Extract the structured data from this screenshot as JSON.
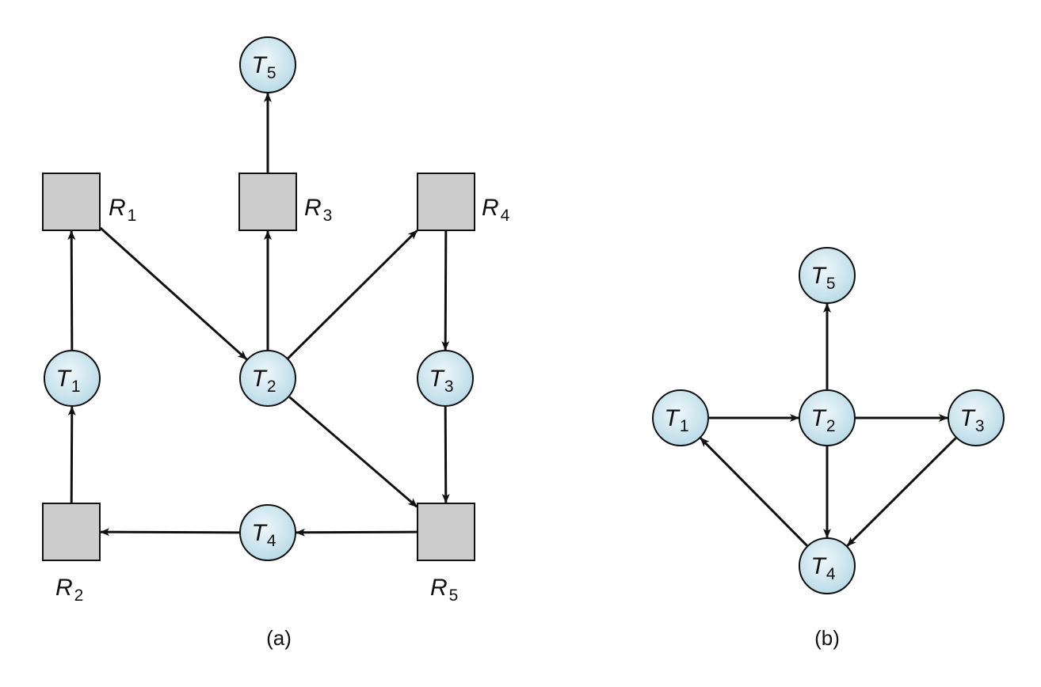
{
  "diagrams": [
    {
      "caption": "(a)",
      "nodes": [
        {
          "id": "T1",
          "kind": "process",
          "main": "T",
          "sub": "1"
        },
        {
          "id": "T2",
          "kind": "process",
          "main": "T",
          "sub": "2"
        },
        {
          "id": "T3",
          "kind": "process",
          "main": "T",
          "sub": "3"
        },
        {
          "id": "T4",
          "kind": "process",
          "main": "T",
          "sub": "4"
        },
        {
          "id": "T5",
          "kind": "process",
          "main": "T",
          "sub": "5"
        },
        {
          "id": "R1",
          "kind": "resource",
          "main": "R",
          "sub": "1"
        },
        {
          "id": "R2",
          "kind": "resource",
          "main": "R",
          "sub": "2"
        },
        {
          "id": "R3",
          "kind": "resource",
          "main": "R",
          "sub": "3"
        },
        {
          "id": "R4",
          "kind": "resource",
          "main": "R",
          "sub": "4"
        },
        {
          "id": "R5",
          "kind": "resource",
          "main": "R",
          "sub": "5"
        }
      ],
      "edges": [
        [
          "R1",
          "T2"
        ],
        [
          "T2",
          "R3"
        ],
        [
          "R3",
          "T5"
        ],
        [
          "T2",
          "R4"
        ],
        [
          "R4",
          "T3"
        ],
        [
          "T3",
          "R5"
        ],
        [
          "T2",
          "R5"
        ],
        [
          "R5",
          "T4"
        ],
        [
          "T4",
          "R2"
        ],
        [
          "R2",
          "T1"
        ],
        [
          "T1",
          "R1"
        ]
      ]
    },
    {
      "caption": "(b)",
      "nodes": [
        {
          "id": "T1",
          "kind": "process",
          "main": "T",
          "sub": "1"
        },
        {
          "id": "T2",
          "kind": "process",
          "main": "T",
          "sub": "2"
        },
        {
          "id": "T3",
          "kind": "process",
          "main": "T",
          "sub": "3"
        },
        {
          "id": "T4",
          "kind": "process",
          "main": "T",
          "sub": "4"
        },
        {
          "id": "T5",
          "kind": "process",
          "main": "T",
          "sub": "5"
        }
      ],
      "edges": [
        [
          "T1",
          "T2"
        ],
        [
          "T2",
          "T5"
        ],
        [
          "T2",
          "T3"
        ],
        [
          "T2",
          "T4"
        ],
        [
          "T3",
          "T4"
        ],
        [
          "T4",
          "T1"
        ]
      ]
    }
  ],
  "colors": {
    "process_fill": "#c2e0ec",
    "resource_fill": "#cccccc",
    "stroke": "#111111"
  }
}
